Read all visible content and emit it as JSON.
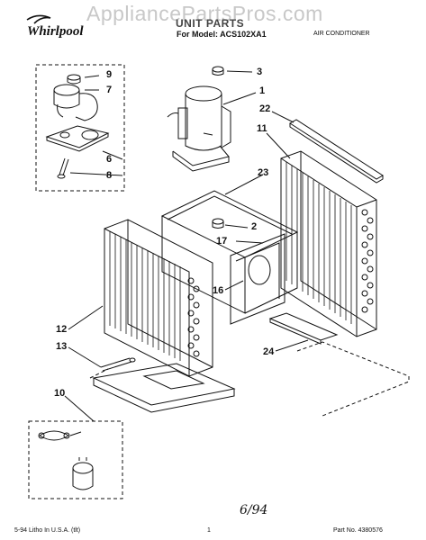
{
  "header": {
    "watermark": "AppliancePartsPros.com",
    "brand": "Whirlpool",
    "title": "UNIT PARTS",
    "model": "For Model: ACS102XA1",
    "category": "AIR CONDITIONER"
  },
  "callouts": [
    "9",
    "7",
    "6",
    "8",
    "3",
    "1",
    "22",
    "11",
    "23",
    "2",
    "17",
    "16",
    "12",
    "13",
    "24",
    "10"
  ],
  "footer": {
    "left": "5-94 Litho In U.S.A. (tlt)",
    "page": "1",
    "right": "Part No. 4380576",
    "handwritten": "6/94"
  },
  "colors": {
    "ink": "#111111",
    "watermark": "#c8c8c8",
    "background": "#ffffff"
  }
}
